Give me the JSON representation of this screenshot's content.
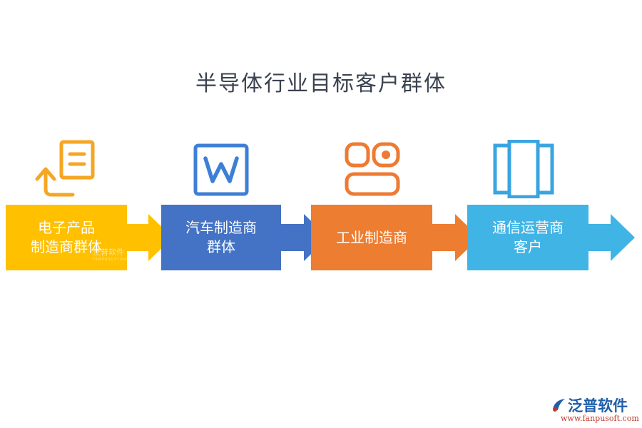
{
  "title": "半导体行业目标客户群体",
  "colors": {
    "yellow": "#FFC000",
    "blue": "#4472C4",
    "orange": "#ED7D31",
    "cyan": "#41B4E6",
    "icon_yellow": "#F5A623",
    "icon_blue": "#3E7FD6",
    "icon_orange": "#EE7A33",
    "icon_cyan": "#3AA4E0"
  },
  "steps": [
    {
      "label": "电子产品\n制造商群体",
      "icon": "document-return-icon"
    },
    {
      "label": "汽车制造商\n群体",
      "icon": "word-document-icon"
    },
    {
      "label": "工业制造商",
      "icon": "storage-device-icon"
    },
    {
      "label": "通信运营商\n客户",
      "icon": "panels-icon"
    }
  ],
  "watermark": {
    "text": "泛普软件",
    "sub": "FANPUSOFTWARE"
  },
  "logo": {
    "name": "泛普软件",
    "url": "www.fanpusoft.com"
  }
}
